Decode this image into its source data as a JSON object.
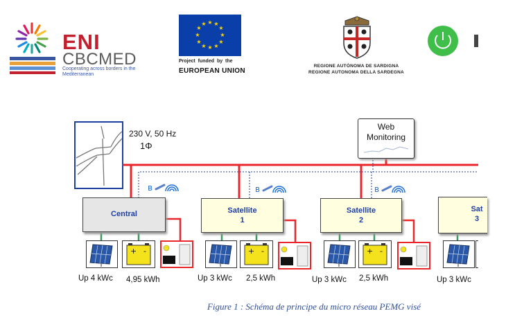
{
  "header": {
    "eni_logo": {
      "brand": "ENI",
      "sub": "CBCMED",
      "tagline": "Cooperating across borders in the Mediterranean"
    },
    "eu_logo": {
      "top": "Project funded by the",
      "bottom": "EUROPEAN UNION"
    },
    "sardinia_logo": {
      "line1": "REGIONE AUTÒNOMA DE SARDIGNA",
      "line2": "REGIONE AUTONOMA DELLA SARDEGNA"
    },
    "power_icon": "power-icon"
  },
  "diagram": {
    "grid_label": {
      "voltage": "230 V, 50 Hz",
      "phase": "1Φ"
    },
    "monitoring": {
      "label": "Web\nMonitoring"
    },
    "units": [
      {
        "name": "Central",
        "pv": "Up 4 kWc",
        "battery": "4,95 kWh"
      },
      {
        "name": "Satellite\n1",
        "pv": "Up 3 kWc",
        "battery": "2,5 kWh"
      },
      {
        "name": "Satellite\n2",
        "pv": "Up 3 kWc",
        "battery": "2,5 kWh"
      },
      {
        "name": "Sat\n3",
        "pv": "Up 3 kWc"
      }
    ],
    "colors": {
      "power_line": "#e8262b",
      "data_line": "#1f3fa0",
      "dc_line": "#3a9a5a",
      "unit_central": "#e6e6e6",
      "unit_satellite": "#ffffe0"
    },
    "caption": "Figure 1 : Schéma de principe du micro réseau PEMG visé"
  }
}
